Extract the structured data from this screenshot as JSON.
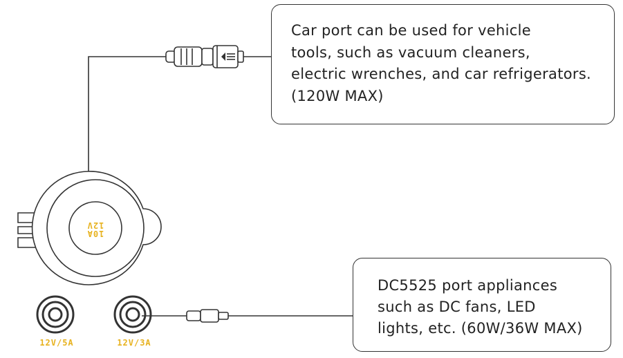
{
  "callouts": {
    "car_port": {
      "lines": [
        "Car port can be used for vehicle",
        "tools, such as vacuum cleaners,",
        "electric wrenches, and car refrigerators.",
        "(120W MAX)"
      ]
    },
    "dc_port": {
      "lines": [
        "DC5525 port appliances",
        "such as DC fans, LED",
        "lights, etc. (60W/36W MAX)"
      ]
    }
  },
  "ports": {
    "car_socket_label_line1": "12V",
    "car_socket_label_line2": "10A",
    "dc_left_label": "12V/5A",
    "dc_right_label": "12V/3A"
  },
  "colors": {
    "stroke": "#333333",
    "label_gold": "#e7b21f"
  }
}
